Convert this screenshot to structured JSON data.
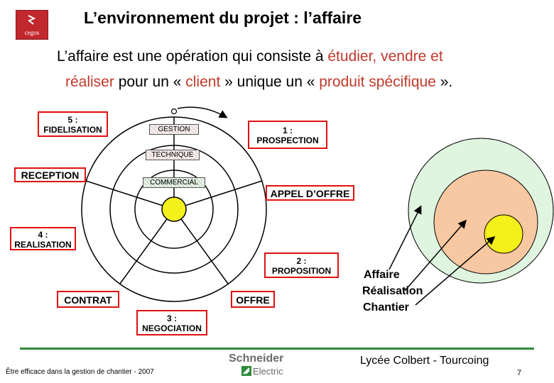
{
  "logo_text": "cegos",
  "title": "L’environnement du projet : l’affaire",
  "intro": {
    "line1_a": "L’affaire est une opération qui consiste à ",
    "line1_b": "étudier, vendre et",
    "line2_a": "réaliser",
    "line2_b": " pour un « ",
    "line2_c": "client",
    "line2_d": " » unique un « ",
    "line2_e": "produit spécifique",
    "line2_f": " »."
  },
  "steps": {
    "fidelisation": {
      "num": "5 :",
      "label": "FIDELISATION"
    },
    "prospection": {
      "num": "1 :",
      "label": "PROSPECTION"
    },
    "reception": "RECEPTION",
    "appel_offre": "APPEL D’OFFRE",
    "realisation": {
      "num": "4 :",
      "label": "REALISATION"
    },
    "proposition": {
      "num": "2 :",
      "label": "PROPOSITION"
    },
    "contrat": "CONTRAT",
    "offre": "OFFRE",
    "negociation": {
      "num": "3 :",
      "label": "NEGOCIATION"
    }
  },
  "rings": {
    "gestion": "GESTION",
    "technique": "TECHNIQUE",
    "commercial": "COMMERCIAL"
  },
  "right_labels": [
    "Affaire",
    "Réalisation",
    "Chantier"
  ],
  "colors": {
    "step_border": "#e01010",
    "center": "#f4f01a",
    "outer_circle": "#e0f5e0",
    "middle_circle": "#f8c8a2",
    "inner_circle": "#f4f01a",
    "footer_line": "#2e8b3a"
  },
  "footer": {
    "left": "Être efficace dans la gestion de chantier - 2007",
    "brand_top": "Schneider",
    "brand_bottom": "Electric",
    "right": "Lycée Colbert - Tourcoing",
    "page": "7"
  }
}
